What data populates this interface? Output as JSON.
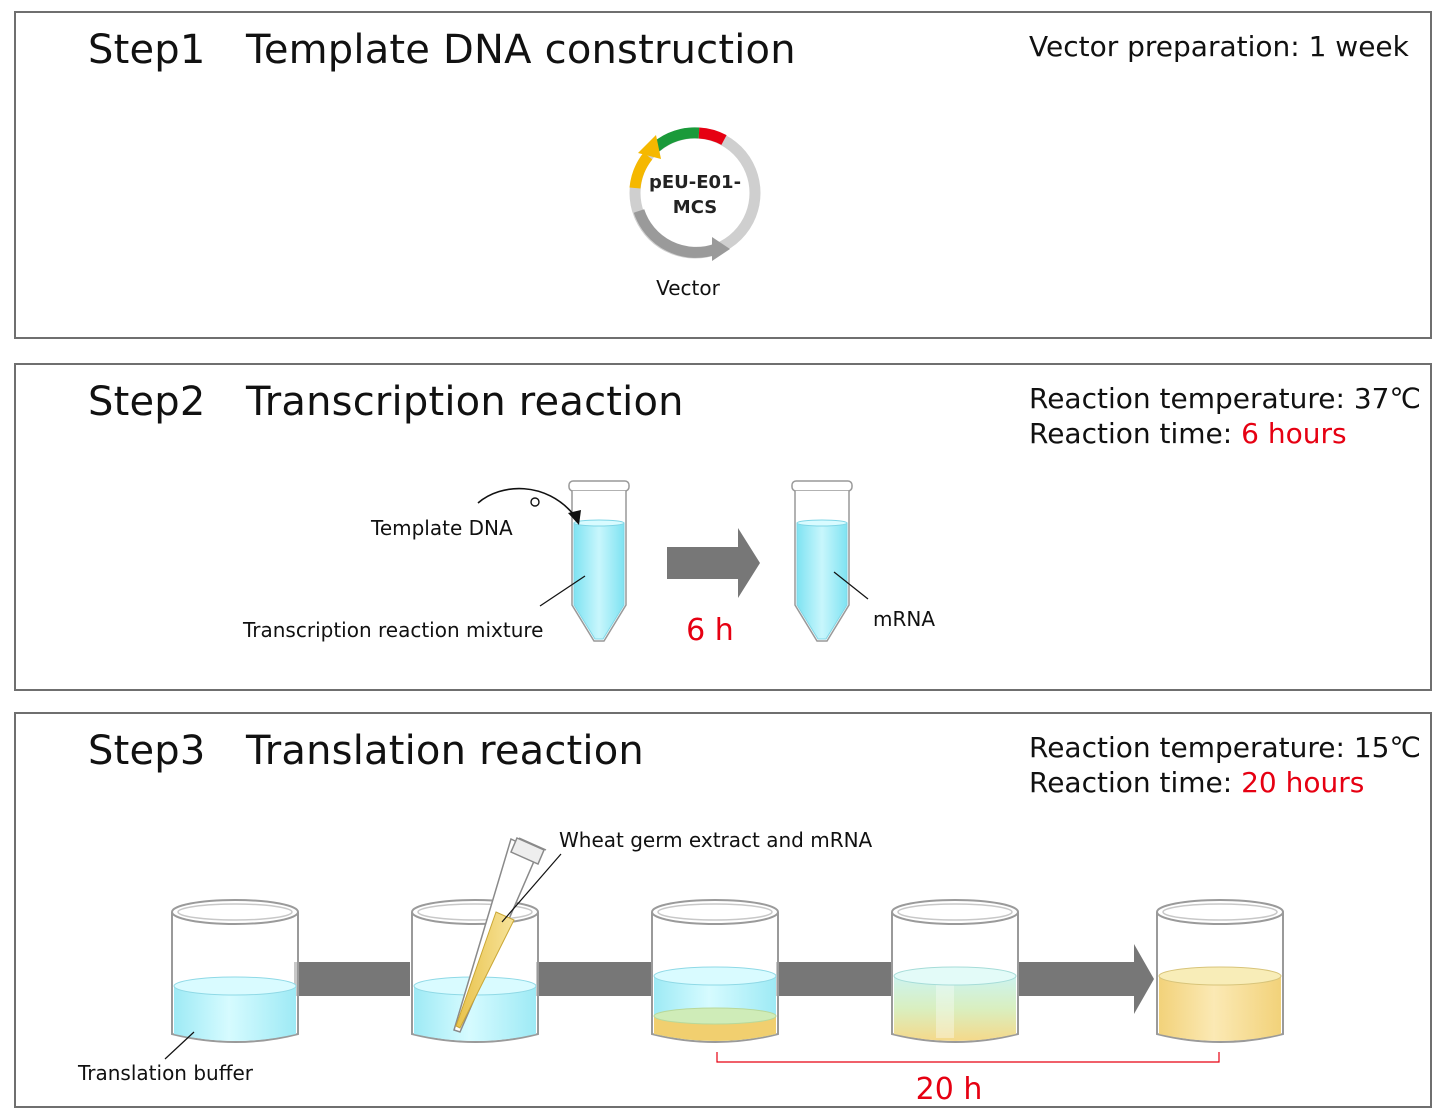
{
  "step1": {
    "number": "Step1",
    "title": "Template DNA construction",
    "info_line1": "Vector preparation: 1 week",
    "plasmid_name_line1": "pEU-E01-",
    "plasmid_name_line2": "MCS",
    "vector_label": "Vector"
  },
  "step2": {
    "number": "Step2",
    "title": "Transcription reaction",
    "temp_label": "Reaction temperature: 37℃",
    "time_label": "Reaction time: ",
    "time_value": "6 hours",
    "template_label": "Template DNA",
    "mixture_label": "Transcription reaction mixture",
    "duration_label": "6 h",
    "product_label": "mRNA"
  },
  "step3": {
    "number": "Step3",
    "title": "Translation reaction",
    "temp_label": "Reaction temperature: 15℃",
    "time_label": "Reaction time: ",
    "time_value": "20 hours",
    "pipette_label": "Wheat germ extract and mRNA",
    "buffer_label": "Translation buffer",
    "duration_label": "20 h"
  },
  "colors": {
    "accent_red": "#e60012",
    "liquid_blue": "#a8eef8",
    "liquid_yellow": "#f5d98a",
    "arrow_gray": "#777777",
    "frame_gray": "#6f6f6f"
  }
}
